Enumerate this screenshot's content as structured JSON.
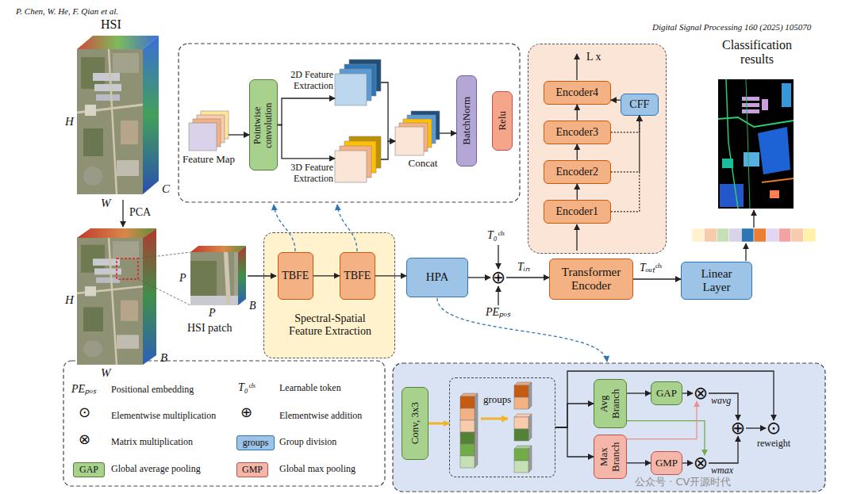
{
  "diagram": {
    "nodes": [
      {
        "text": [
          "Feature Map"
        ]
      },
      {
        "text": [
          "Pointwise convolution"
        ]
      },
      {
        "text": [
          "2D Feature Extraction"
        ]
      },
      {
        "text": [
          "3D Feature Extraction"
        ]
      },
      {
        "text": [
          "Concat"
        ]
      },
      {
        "text": [
          "BatchNorm"
        ]
      },
      {
        "text": [
          "Relu"
        ]
      },
      {
        "text": [
          "L x"
        ]
      },
      {
        "text": [
          "Encoder4"
        ],
        "in": 7
      },
      {
        "text": [
          "CFF"
        ],
        "in": 7
      },
      {
        "text": [
          "Encoder3"
        ],
        "in": 7
      },
      {
        "text": [
          "Encoder2"
        ],
        "in": 7
      },
      {
        "text": [
          "Encoder1"
        ],
        "in": 7
      },
      {
        "text": [
          "Spectral-Spatial Feature Extraction"
        ]
      },
      {
        "text": [
          "TBFE"
        ],
        "in": 13
      },
      {
        "text": [
          "TBFE"
        ],
        "in": 13
      },
      {
        "text": [
          "HPA"
        ]
      },
      {
        "text": [
          "⊕"
        ]
      },
      {
        "text": [
          "Transformer Encoder"
        ]
      },
      {
        "text": [
          "Linear Layer"
        ]
      },
      {
        "text": [
          "Conv, 3x3"
        ]
      },
      {
        "text": [
          "groups"
        ]
      },
      {
        "text": [
          "Avg Branch"
        ]
      },
      {
        "text": [
          "GAP"
        ]
      },
      {
        "text": [
          "⊗"
        ]
      },
      {
        "text": [
          "⊕"
        ]
      },
      {
        "text": [
          "⊙",
          "reweight"
        ]
      },
      {
        "text": [
          "Max Branch"
        ]
      },
      {
        "text": [
          "GMP"
        ]
      },
      {
        "text": [
          "⊗"
        ]
      }
    ],
    "edges": [
      {
        "from": 0,
        "to": 1,
        "arrow": "to"
      },
      {
        "from": 1,
        "to": 2,
        "arrow": "to"
      },
      {
        "from": 1,
        "to": 3,
        "arrow": "to"
      },
      {
        "from": 2,
        "to": 4,
        "arrow": "to"
      },
      {
        "from": 3,
        "to": 4,
        "arrow": "to"
      },
      {
        "from": 4,
        "to": 5,
        "arrow": "to"
      },
      {
        "from": 12,
        "to": 11,
        "arrow": "to"
      },
      {
        "from": 11,
        "to": 10,
        "arrow": "to"
      },
      {
        "from": 10,
        "to": 8,
        "arrow": "to"
      },
      {
        "from": 12,
        "to": 9,
        "arrow": "to"
      },
      {
        "from": 11,
        "to": 9,
        "arrow": "to"
      },
      {
        "from": 10,
        "to": 9,
        "arrow": "to"
      },
      {
        "from": 9,
        "to": 8,
        "arrow": "to"
      },
      {
        "from": 14,
        "to": 15,
        "arrow": "to"
      },
      {
        "from": 15,
        "to": 16,
        "arrow": "to"
      },
      {
        "from": 16,
        "to": 17,
        "arrow": "to"
      },
      {
        "from": 17,
        "to": 18,
        "label": "Tᵢₙ",
        "arrow": "to"
      },
      {
        "from": 18,
        "to": 19,
        "label": "Tₒᵤₜᶜˡˢ",
        "arrow": "to"
      },
      {
        "from": 20,
        "to": 21,
        "arrow": "to"
      },
      {
        "from": 21,
        "to": 22,
        "arrow": "to"
      },
      {
        "from": 21,
        "to": 27,
        "arrow": "to"
      },
      {
        "from": 21,
        "to": 26,
        "arrow": "to"
      },
      {
        "from": 22,
        "to": 23,
        "arrow": "to"
      },
      {
        "from": 23,
        "to": 24,
        "arrow": "to"
      },
      {
        "from": 27,
        "to": 28,
        "arrow": "to"
      },
      {
        "from": 28,
        "to": 29,
        "arrow": "to"
      },
      {
        "from": 22,
        "to": 29,
        "arrow": "to"
      },
      {
        "from": 27,
        "to": 24,
        "arrow": "to"
      },
      {
        "from": 24,
        "to": 25,
        "label": "wavg",
        "arrow": "to"
      },
      {
        "from": 29,
        "to": 25,
        "label": "wmax",
        "arrow": "to"
      },
      {
        "from": 25,
        "to": 26,
        "arrow": "to"
      }
    ],
    "labels": [
      "P. Chen, W. He, F. Qian et al.",
      "Digital Signal Processing 160 (2025) 105070",
      "HSI",
      "H",
      "W",
      "C",
      "PCA",
      "H",
      "W",
      "B",
      "P",
      "P",
      "B",
      "HSI patch",
      "T₀ᶜˡˢ",
      "PEₚₒₛ",
      "Classification results",
      "PEₚₒₛ",
      "T₀ᶜˡˢ",
      "⊙",
      "⊕",
      "⊗",
      "groups",
      "GAP",
      "GMP",
      "公众号 · CV开源时代"
    ],
    "legend": [
      {
        "text": "Positional embedding"
      },
      {
        "text": "Learnable token"
      },
      {
        "text": "Elementwise multiplication"
      },
      {
        "text": "Elementwise addition"
      },
      {
        "text": "Matrix multiplication"
      },
      {
        "text": "Group division",
        "color": "#9dc3e6"
      },
      {
        "text": "Global average pooling",
        "color": "#a9d18e"
      },
      {
        "text": "Global max pooling",
        "color": "#f4b6a8"
      }
    ]
  }
}
